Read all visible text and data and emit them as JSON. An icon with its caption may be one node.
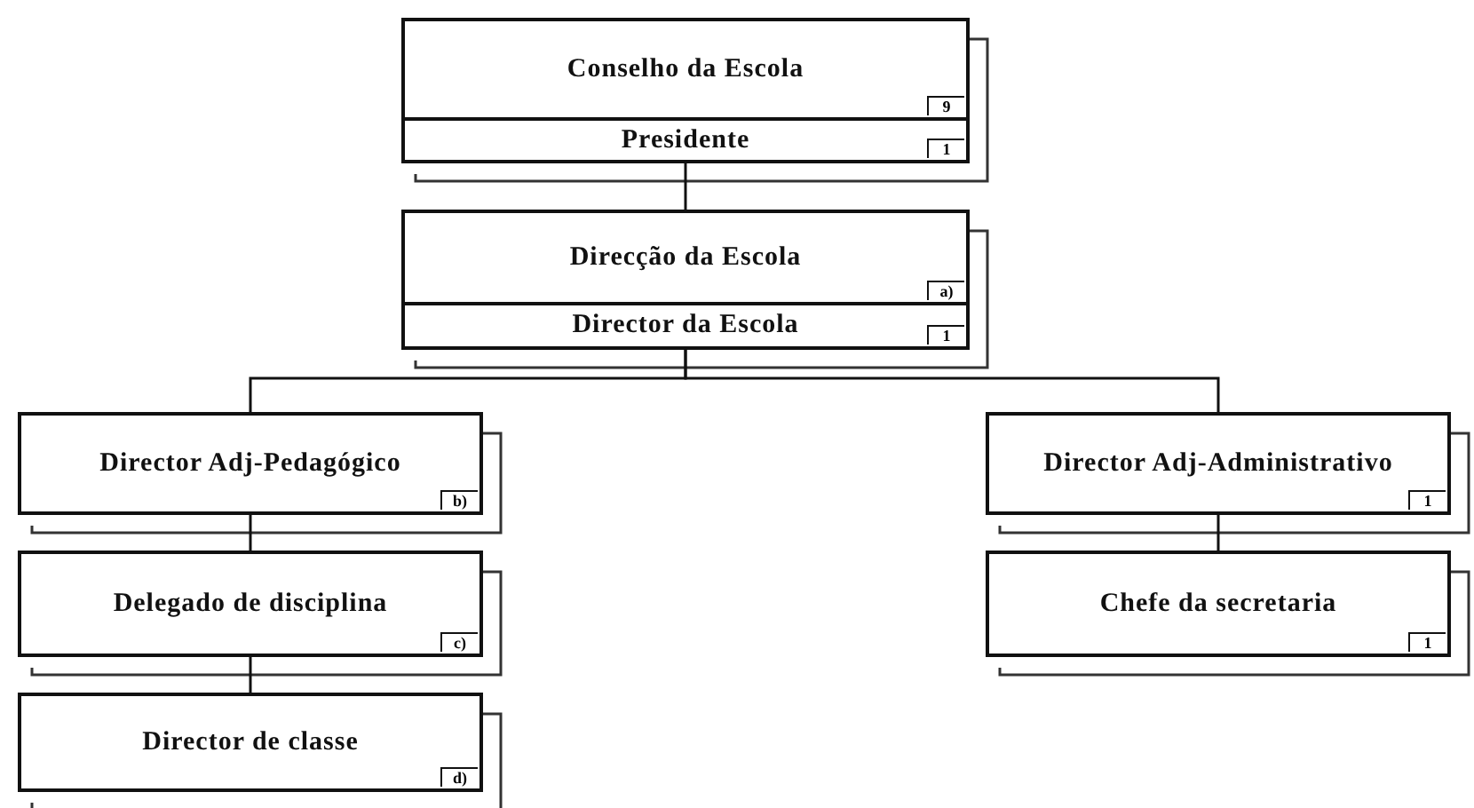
{
  "diagram": {
    "nodes": [
      {
        "text": [
          "Conselho da Escola",
          "9"
        ]
      },
      {
        "text": [
          "Presidente",
          "1"
        ]
      },
      {
        "text": [
          "Direcção da Escola",
          "a)"
        ]
      },
      {
        "text": [
          "Director da Escola",
          "1"
        ]
      },
      {
        "text": [
          "Director Adj-Pedagógico",
          "b)"
        ]
      },
      {
        "text": [
          "Delegado de disciplina",
          "c)"
        ]
      },
      {
        "text": [
          "Director de classe",
          "d)"
        ]
      },
      {
        "text": [
          "Director Adj-Administrativo",
          "1"
        ]
      },
      {
        "text": [
          "Chefe da secretaria",
          "1"
        ]
      }
    ],
    "edges": [
      {
        "from": 1,
        "to": 2,
        "arrow": "none"
      },
      {
        "from": 3,
        "to": 4,
        "arrow": "none"
      },
      {
        "from": 3,
        "to": 7,
        "arrow": "none"
      },
      {
        "from": 4,
        "to": 5,
        "arrow": "none"
      },
      {
        "from": 5,
        "to": 6,
        "arrow": "none"
      },
      {
        "from": 7,
        "to": 8,
        "arrow": "none"
      }
    ]
  }
}
